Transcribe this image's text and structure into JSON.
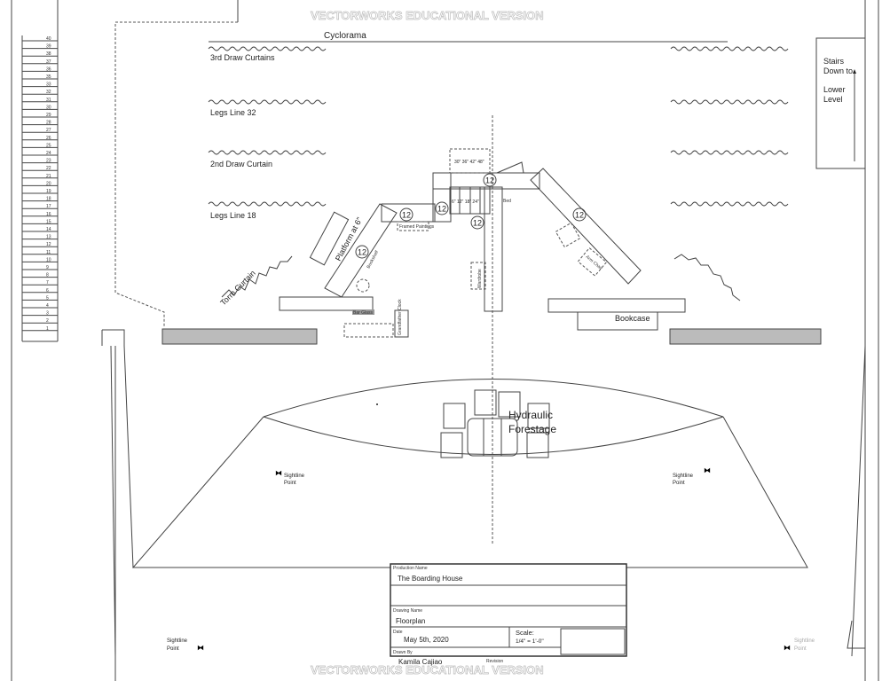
{
  "watermark": "VECTORWORKS EDUCATIONAL VERSION",
  "labels": {
    "cyclorama": "Cyclorama",
    "third_draw": "3rd Draw Curtains",
    "legs32": "Legs  Line 32",
    "second_draw": "2nd Draw Curtain",
    "legs18": "Legs  Line 18",
    "torm": "Torm Curtain",
    "stairs": [
      "Stairs",
      "Down to",
      "Lower",
      "Level"
    ],
    "platform": "Platform at 6\"",
    "bookcase": "Bookcase",
    "forestage": [
      "Hydraulic",
      "Forestage"
    ],
    "sightline": [
      "Sightline",
      "Point"
    ],
    "bed": "Bed",
    "wardrobe": "Wardrobe",
    "arm_chair": "Arm Chair",
    "framed_paintings": "Framed Paintings",
    "bar_glass": "Bar Glass",
    "bookshelf": "Bookshelf",
    "grandfather_clock": "Grandfather Clock",
    "platform_height": "12",
    "step_heights": [
      "6\"",
      "12\"",
      "18\"",
      "24\""
    ],
    "upper_steps": [
      "30\"",
      "36\"",
      "42\"",
      "48\""
    ]
  },
  "ruler": [
    "40",
    "39",
    "38",
    "37",
    "36",
    "35",
    "33",
    "32",
    "31",
    "30",
    "29",
    "28",
    "27",
    "26",
    "25",
    "24",
    "23",
    "22",
    "21",
    "20",
    "19",
    "18",
    "17",
    "16",
    "15",
    "14",
    "13",
    "12",
    "11",
    "10",
    "9",
    "8",
    "7",
    "6",
    "5",
    "4",
    "3",
    "2",
    "1"
  ],
  "title_block": {
    "production_label": "Production Name",
    "production": "The Boarding House",
    "drawing_label": "Drawing Name",
    "drawing": "Floorplan",
    "date_label": "Date",
    "date": "May 5th, 2020",
    "scale_label": "Scale:",
    "scale": "1/4\" = 1'-0\"",
    "drawn_label": "Drawn By",
    "drawn": "Kamila Cajiao",
    "revision_label": "Revision"
  }
}
